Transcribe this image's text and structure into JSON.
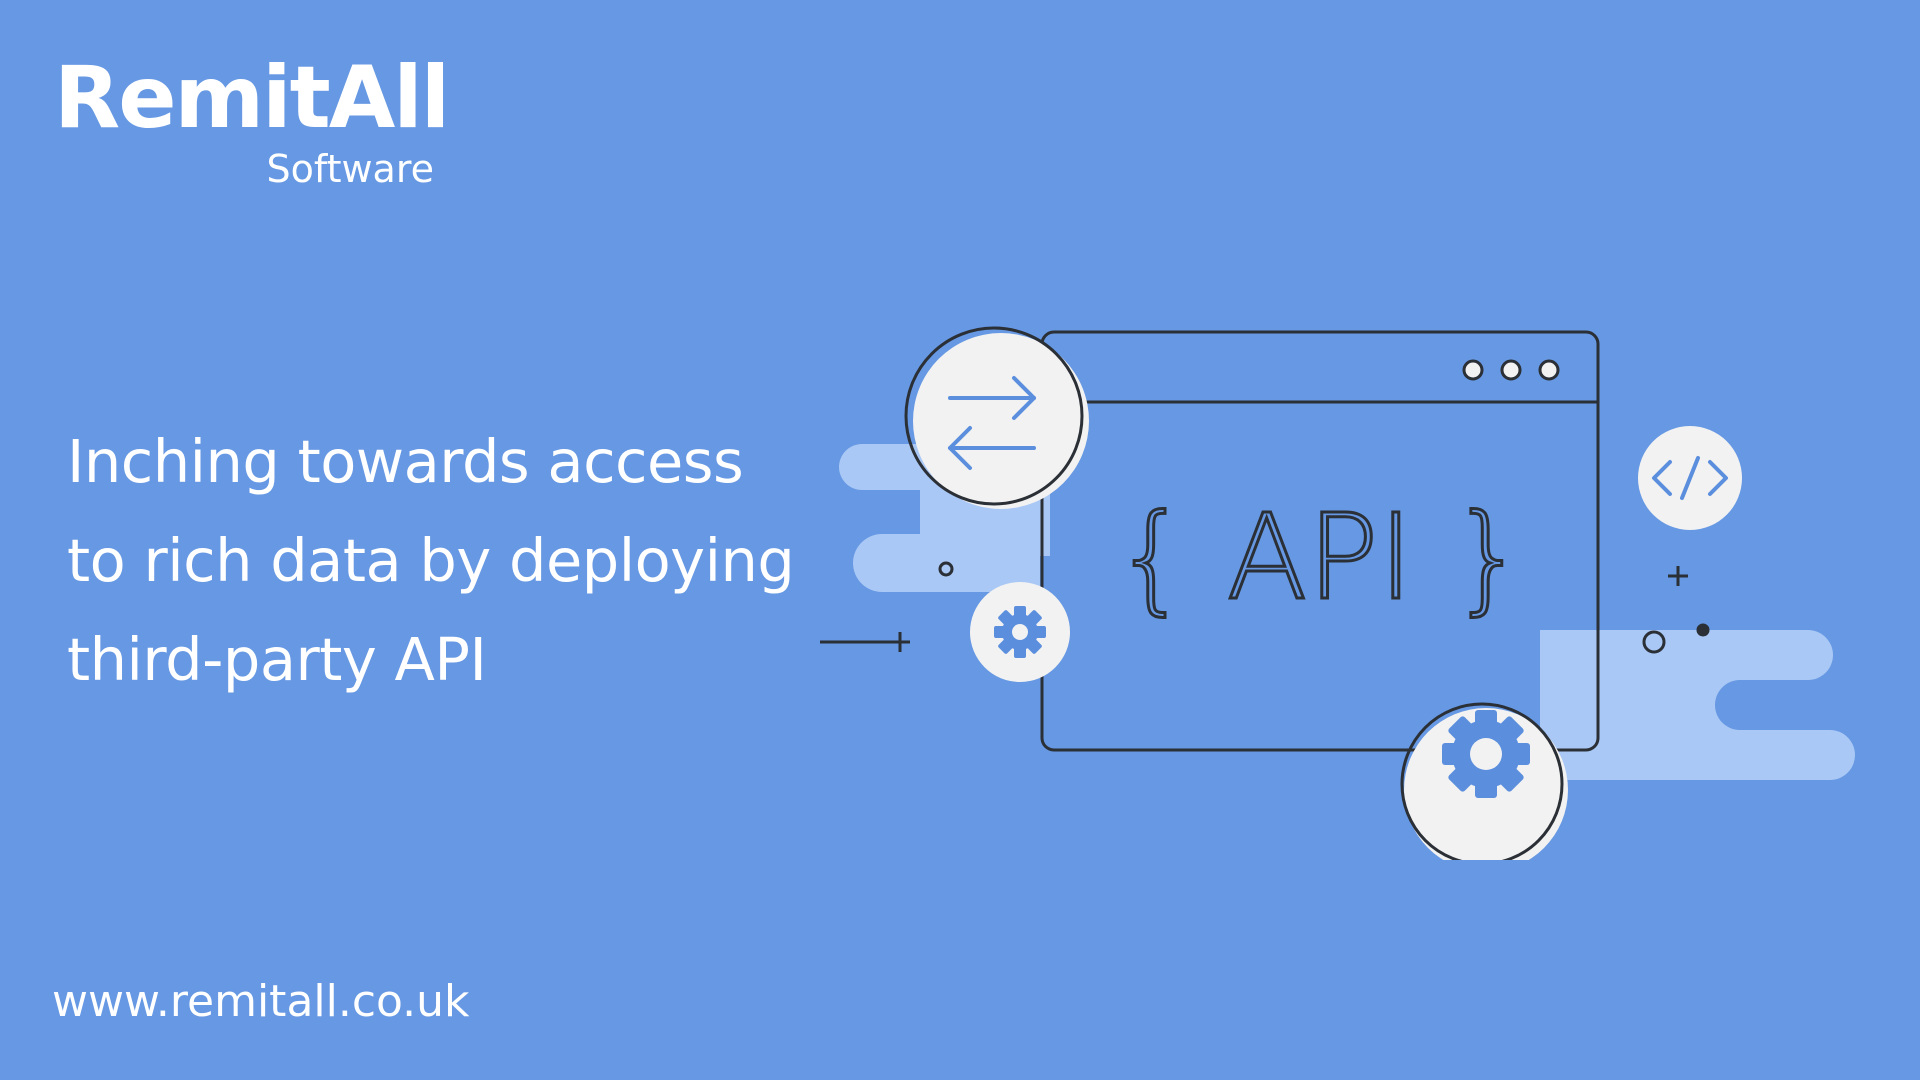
{
  "brand": {
    "name": "RemitAll",
    "sub": "Software"
  },
  "headline": {
    "lines": [
      "Inching towards access",
      "to rich data by deploying",
      "third-party API"
    ]
  },
  "illustration": {
    "api_label": "{ API }",
    "code_symbol": "</>",
    "icons": [
      "swap-arrows-icon",
      "gear-icon",
      "code-icon",
      "window-dots-icon"
    ]
  },
  "footer": {
    "website": "www.remitall.co.uk"
  },
  "colors": {
    "background": "#6698e3",
    "cloud": "#a9c8f5",
    "circle_fill": "#f2f2f2",
    "outline": "#2b2f36",
    "accent_blue": "#5b8fde"
  }
}
